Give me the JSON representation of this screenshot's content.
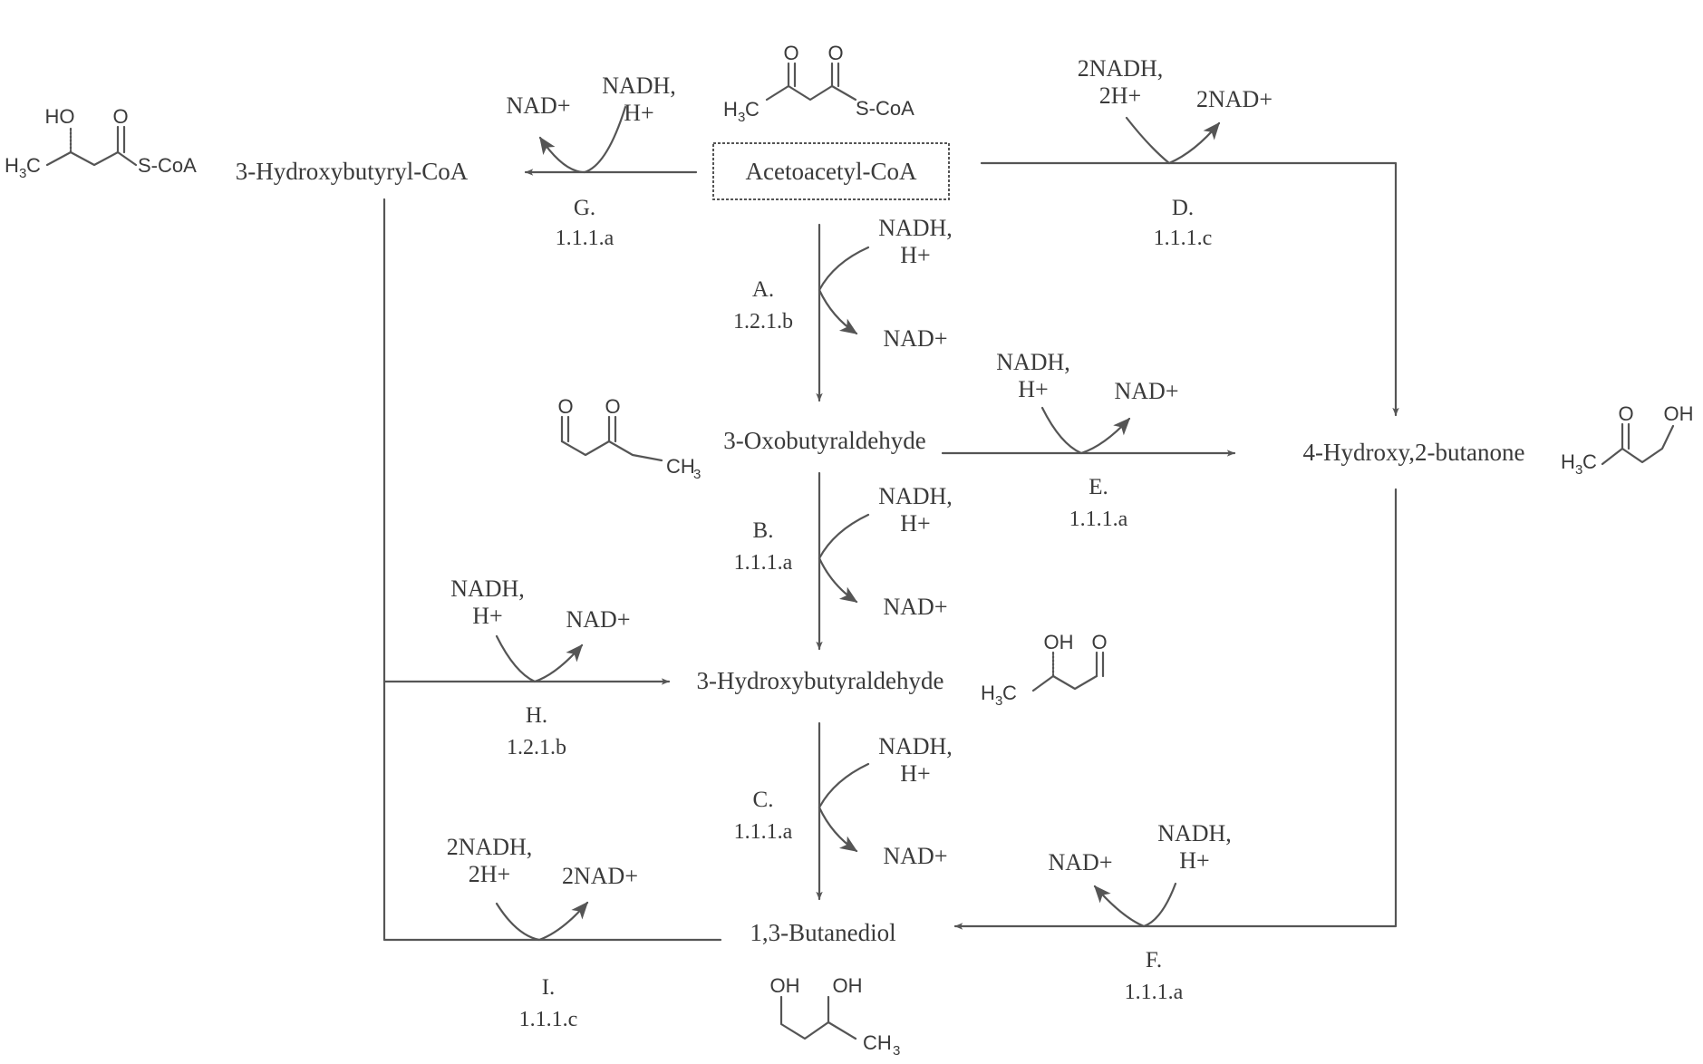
{
  "compounds": {
    "acetoacetyl_coa": "Acetoacetyl-CoA",
    "hydroxybutyryl_coa": "3-Hydroxybutyryl-CoA",
    "oxobutyraldehyde": "3-Oxobutyraldehyde",
    "hydroxybutanone": "4-Hydroxy,2-butanone",
    "hydroxybutyraldehyde": "3-Hydroxybutyraldehyde",
    "butanediol": "1,3-Butanediol"
  },
  "atoms": {
    "O": "O",
    "HO": "HO",
    "OH": "OH",
    "H3C": "H",
    "sub3": "3",
    "C": "C",
    "CH": "CH",
    "SCoA": "S-CoA"
  },
  "cofactors": {
    "nad_plus": "NAD+",
    "nadh_comma": "NADH,",
    "h_plus": "H+",
    "two_nadh_comma": "2NADH,",
    "two_h_plus": "2H+",
    "two_nad_plus": "2NAD+"
  },
  "reactions": [
    {
      "letter": "A.",
      "ec": "1.2.1.b"
    },
    {
      "letter": "B.",
      "ec": "1.1.1.a"
    },
    {
      "letter": "C.",
      "ec": "1.1.1.a"
    },
    {
      "letter": "D.",
      "ec": "1.1.1.c"
    },
    {
      "letter": "E.",
      "ec": "1.1.1.a"
    },
    {
      "letter": "F.",
      "ec": "1.1.1.a"
    },
    {
      "letter": "G.",
      "ec": "1.1.1.a"
    },
    {
      "letter": "H.",
      "ec": "1.2.1.b"
    },
    {
      "letter": "I.",
      "ec": "1.1.1.c"
    }
  ],
  "colors": {
    "line": "#555555",
    "text": "#3a3a3a",
    "background": "#ffffff"
  }
}
